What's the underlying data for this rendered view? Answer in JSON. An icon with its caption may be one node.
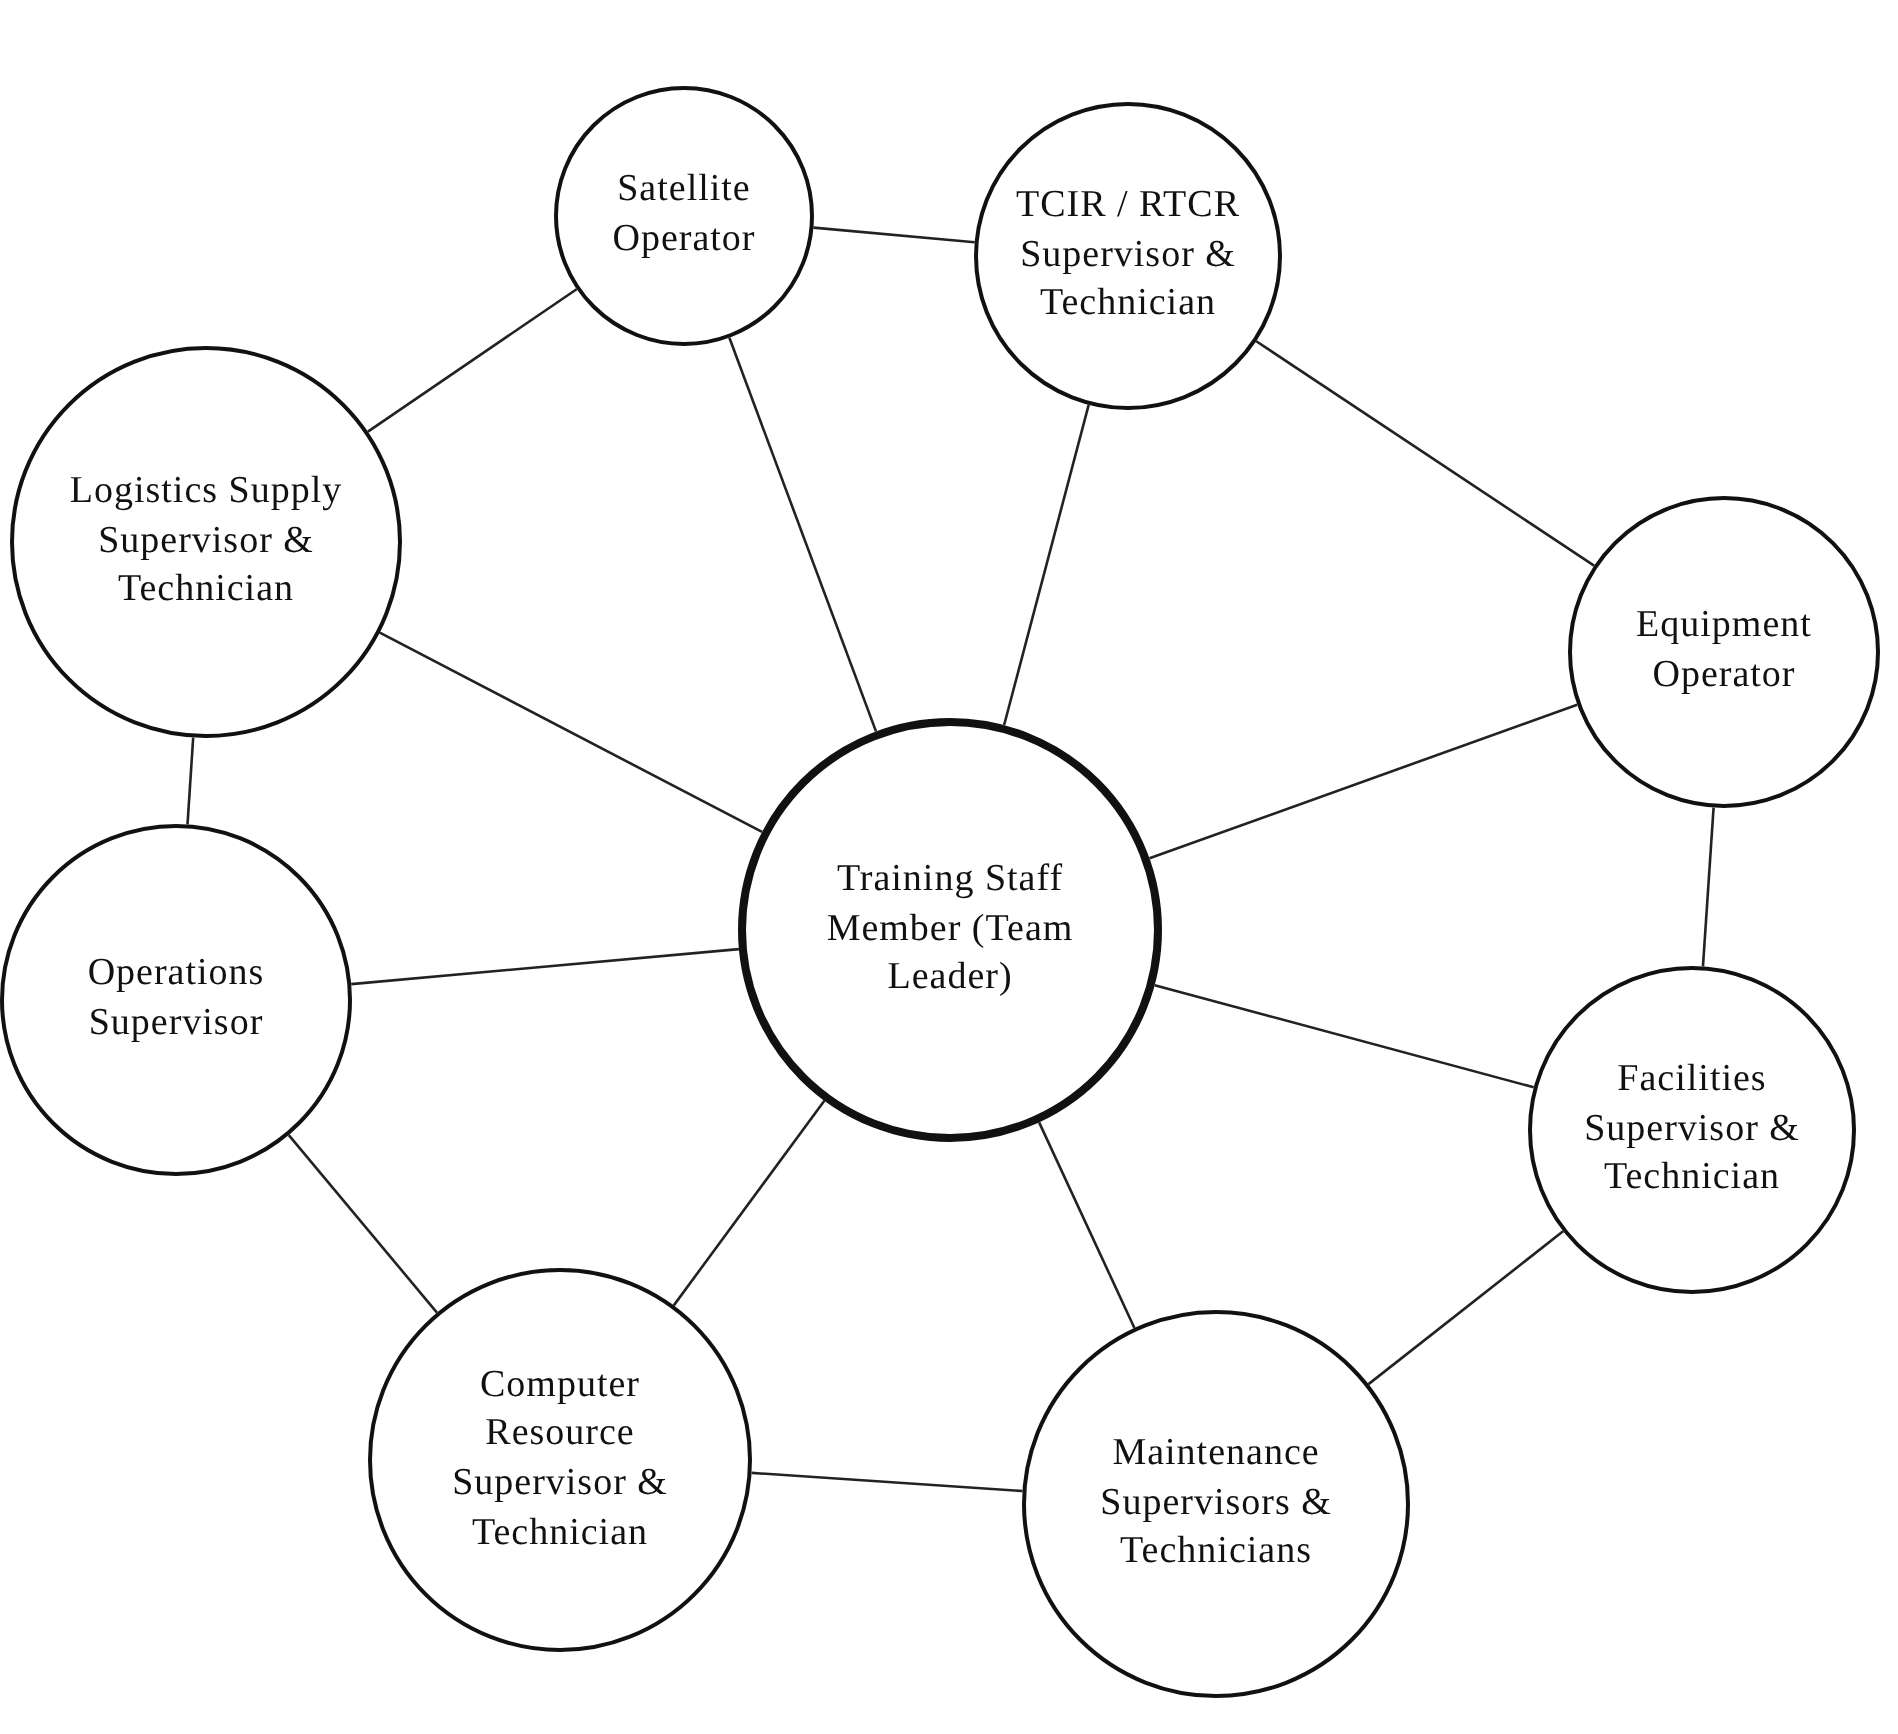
{
  "diagram": {
    "nodes": [
      {
        "text": [
          "Satellite Operator"
        ]
      },
      {
        "text": [
          "TCIR / RTCR Supervisor & Technician"
        ]
      },
      {
        "text": [
          "Logistics Supply Supervisor & Technician"
        ]
      },
      {
        "text": [
          "Equipment Operator"
        ]
      },
      {
        "text": [
          "Training Staff Member (Team Leader)"
        ]
      },
      {
        "text": [
          "Operations Supervisor"
        ]
      },
      {
        "text": [
          "Facilities Supervisor & Technician"
        ]
      },
      {
        "text": [
          "Computer Resource Supervisor & Technician"
        ]
      },
      {
        "text": [
          "Maintenance Supervisors & Technicians"
        ]
      }
    ],
    "edges": [
      {
        "from": 0,
        "to": 1,
        "arrow": "none"
      },
      {
        "from": 2,
        "to": 0,
        "arrow": "none"
      },
      {
        "from": 0,
        "to": 4,
        "arrow": "none"
      },
      {
        "from": 1,
        "to": 3,
        "arrow": "none"
      },
      {
        "from": 4,
        "to": 1,
        "arrow": "none"
      },
      {
        "from": 2,
        "to": 4,
        "arrow": "none"
      },
      {
        "from": 2,
        "to": 5,
        "arrow": "none"
      },
      {
        "from": 4,
        "to": 3,
        "arrow": "none"
      },
      {
        "from": 3,
        "to": 6,
        "arrow": "none"
      },
      {
        "from": 5,
        "to": 4,
        "arrow": "none"
      },
      {
        "from": 4,
        "to": 6,
        "arrow": "none"
      },
      {
        "from": 4,
        "to": 7,
        "arrow": "none"
      },
      {
        "from": 4,
        "to": 8,
        "arrow": "none"
      },
      {
        "from": 5,
        "to": 7,
        "arrow": "none"
      },
      {
        "from": 7,
        "to": 8,
        "arrow": "none"
      },
      {
        "from": 8,
        "to": 6,
        "arrow": "none"
      }
    ]
  }
}
